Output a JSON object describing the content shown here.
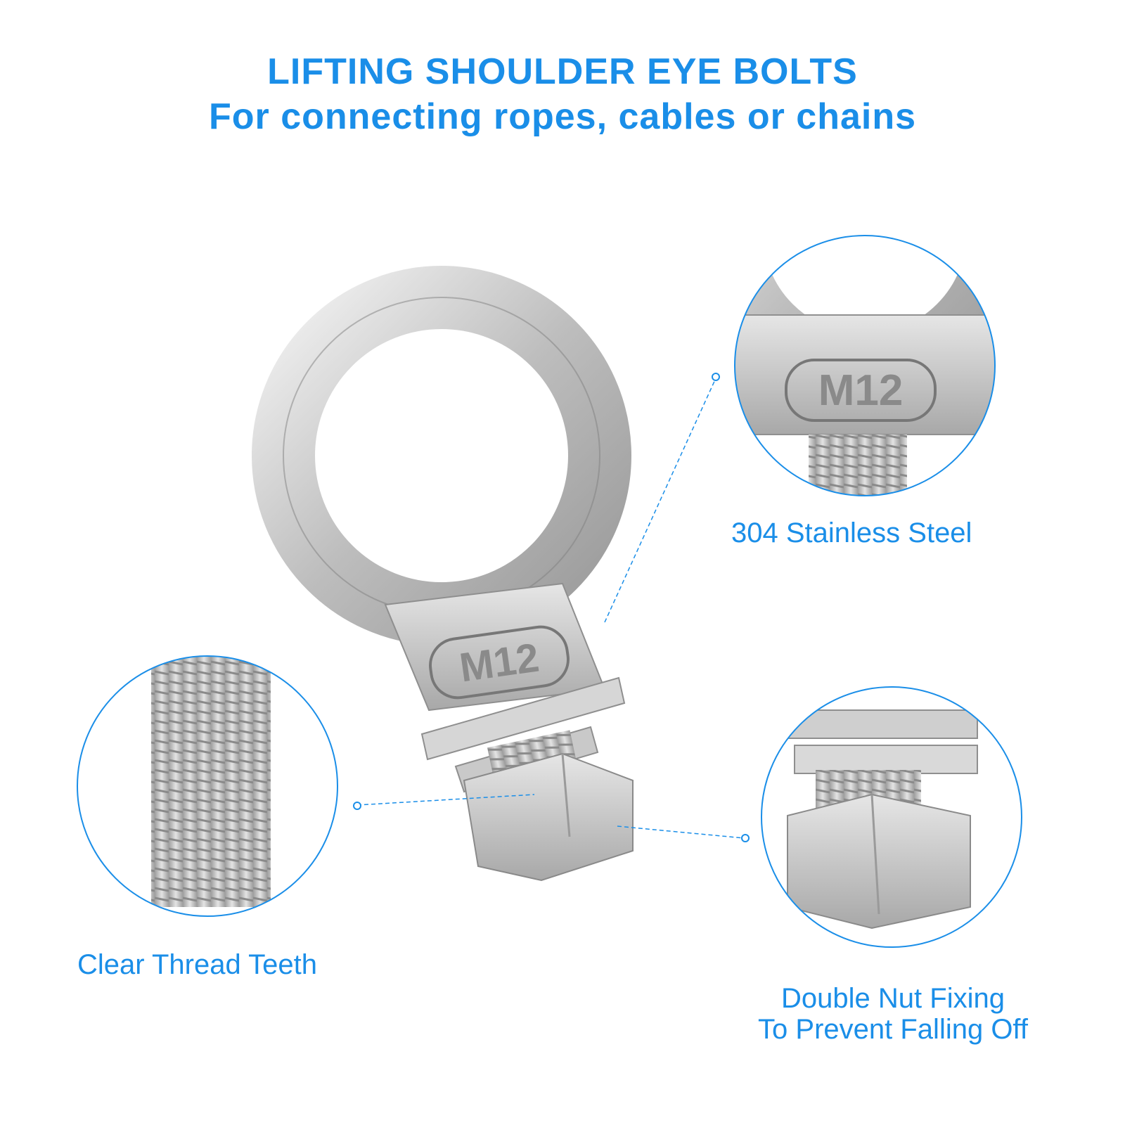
{
  "header": {
    "title": "LIFTING SHOULDER EYE BOLTS",
    "subtitle": "For connecting ropes, cables or chains"
  },
  "product": {
    "marking": "M12"
  },
  "callouts": {
    "material": "304 Stainless Steel",
    "thread": "Clear Thread Teeth",
    "nut_line1": "Double Nut Fixing",
    "nut_line2": "To Prevent Falling Off"
  },
  "colors": {
    "accent": "#1a8ee8",
    "metal_light": "#e8e8e8",
    "metal_mid": "#bdbdbd",
    "metal_dark": "#8c8c8c"
  },
  "icons": {
    "eye-bolt": "eye-bolt-illustration",
    "zoom-material": "zoom-circle",
    "zoom-thread": "zoom-circle",
    "zoom-nut": "zoom-circle"
  }
}
